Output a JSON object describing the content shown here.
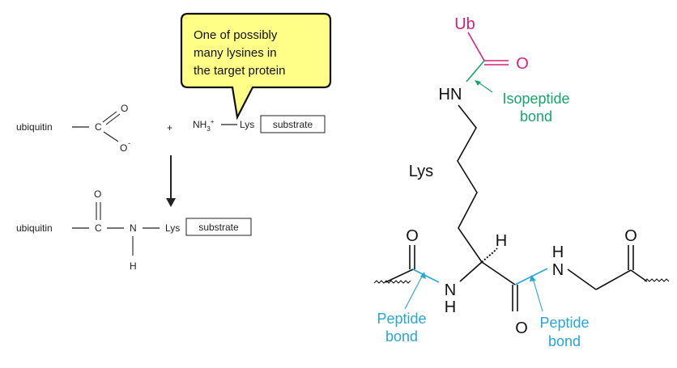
{
  "reaction": {
    "ubiquitin_label": "ubiquitin",
    "carbon": "C",
    "oxygen": "O",
    "oxygen_minus": "O",
    "minus": "-",
    "plus": "+",
    "amine": "NH",
    "amine_sub": "3",
    "amine_sup": "+",
    "lys": "Lys",
    "substrate": "substrate",
    "nitrogen": "N",
    "hydrogen": "H"
  },
  "callout": {
    "lines": [
      "One of possibly",
      "many lysines in",
      "the target protein"
    ],
    "fill_color": "#ffff88"
  },
  "structure": {
    "ub": "Ub",
    "ub_color": "#d4217f",
    "isopeptide_color": "#17a56a",
    "peptide_color": "#29a5d8",
    "o_top": "O",
    "hn_top": "HN",
    "isopeptide_label": [
      "Isopeptide",
      "bond"
    ],
    "lys_label": "Lys",
    "h_chiral": "H",
    "o_left": "O",
    "n_left": "N",
    "h_left": "H",
    "o_bottom": "O",
    "n_right": "N",
    "h_right": "H",
    "o_right": "O",
    "peptide_left": [
      "Peptide",
      "bond"
    ],
    "peptide_right": [
      "Peptide",
      "bond"
    ]
  }
}
